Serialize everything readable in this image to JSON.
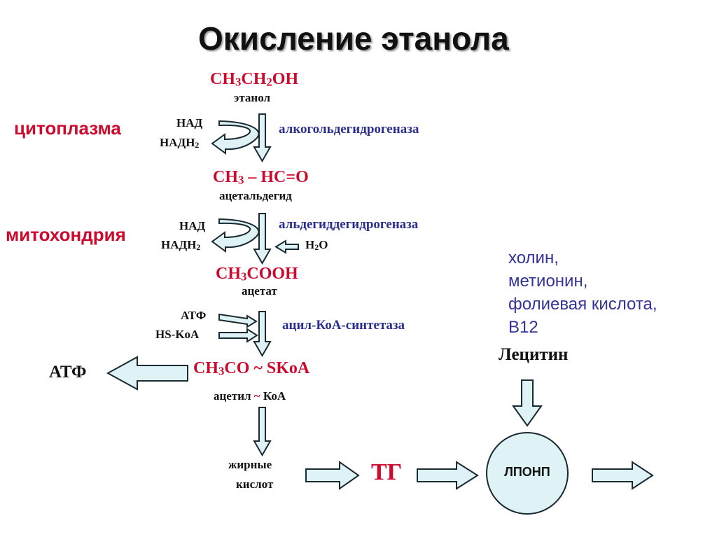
{
  "title": "Окисление этанола",
  "compartments": {
    "cytoplasm": "цитоплазма",
    "mitochondria": "митохондрия"
  },
  "ethanol": {
    "formula": {
      "p1": "CH",
      "s1": "3",
      "p2": "CH",
      "s2": "2",
      "p3": "OH"
    },
    "name": "этанол"
  },
  "step1": {
    "cofactor_in": "НАД",
    "cofactor_out": {
      "base": "НАДН",
      "sub": "2"
    },
    "enzyme": "алкогольдегидрогеназа"
  },
  "acetaldehyde": {
    "formula": {
      "p1": "CH",
      "s1": "3",
      "p2": " – HC=O"
    },
    "name": "ацетальдегид"
  },
  "step2": {
    "cofactor_in": "НАД",
    "cofactor_out": {
      "base": "НАДН",
      "sub": "2"
    },
    "enzyme": "альдегиддегидрогеназа",
    "water": {
      "p1": "H",
      "s1": "2",
      "p2": "O"
    }
  },
  "acetate": {
    "formula": {
      "p1": "CH",
      "s1": "3",
      "p2": "COOH"
    },
    "name": "ацетат"
  },
  "step3": {
    "cofactor_in": "АТФ",
    "cofactor_in2": "HS-KoA",
    "enzyme": "ацил-КоА-синтетаза"
  },
  "acetyl_coa": {
    "formula": {
      "p1": "CH",
      "s1": "3",
      "p2": "CO ~ SKoA"
    },
    "name": {
      "left": "ацетил ",
      "tilde": "~",
      "right": " КоА"
    }
  },
  "atp_output": "АТФ",
  "fatty_acids": {
    "line1": "жирные",
    "line2": "кислот"
  },
  "tg": "ТГ",
  "lpnp": "ЛПОНП",
  "lecithin": "Лецитин",
  "lipotropic": {
    "line1": "холин,",
    "line2": "метионин,",
    "line3": "фолиевая кислота,",
    "line4": "B12"
  },
  "colors": {
    "arrow_fill": "#dff2f5",
    "arrow_stroke": "#1a2a33",
    "red": "#cc0a2e",
    "enzyme_blue": "#2a2f8f",
    "lpnp_fill": "#dff2f5"
  }
}
